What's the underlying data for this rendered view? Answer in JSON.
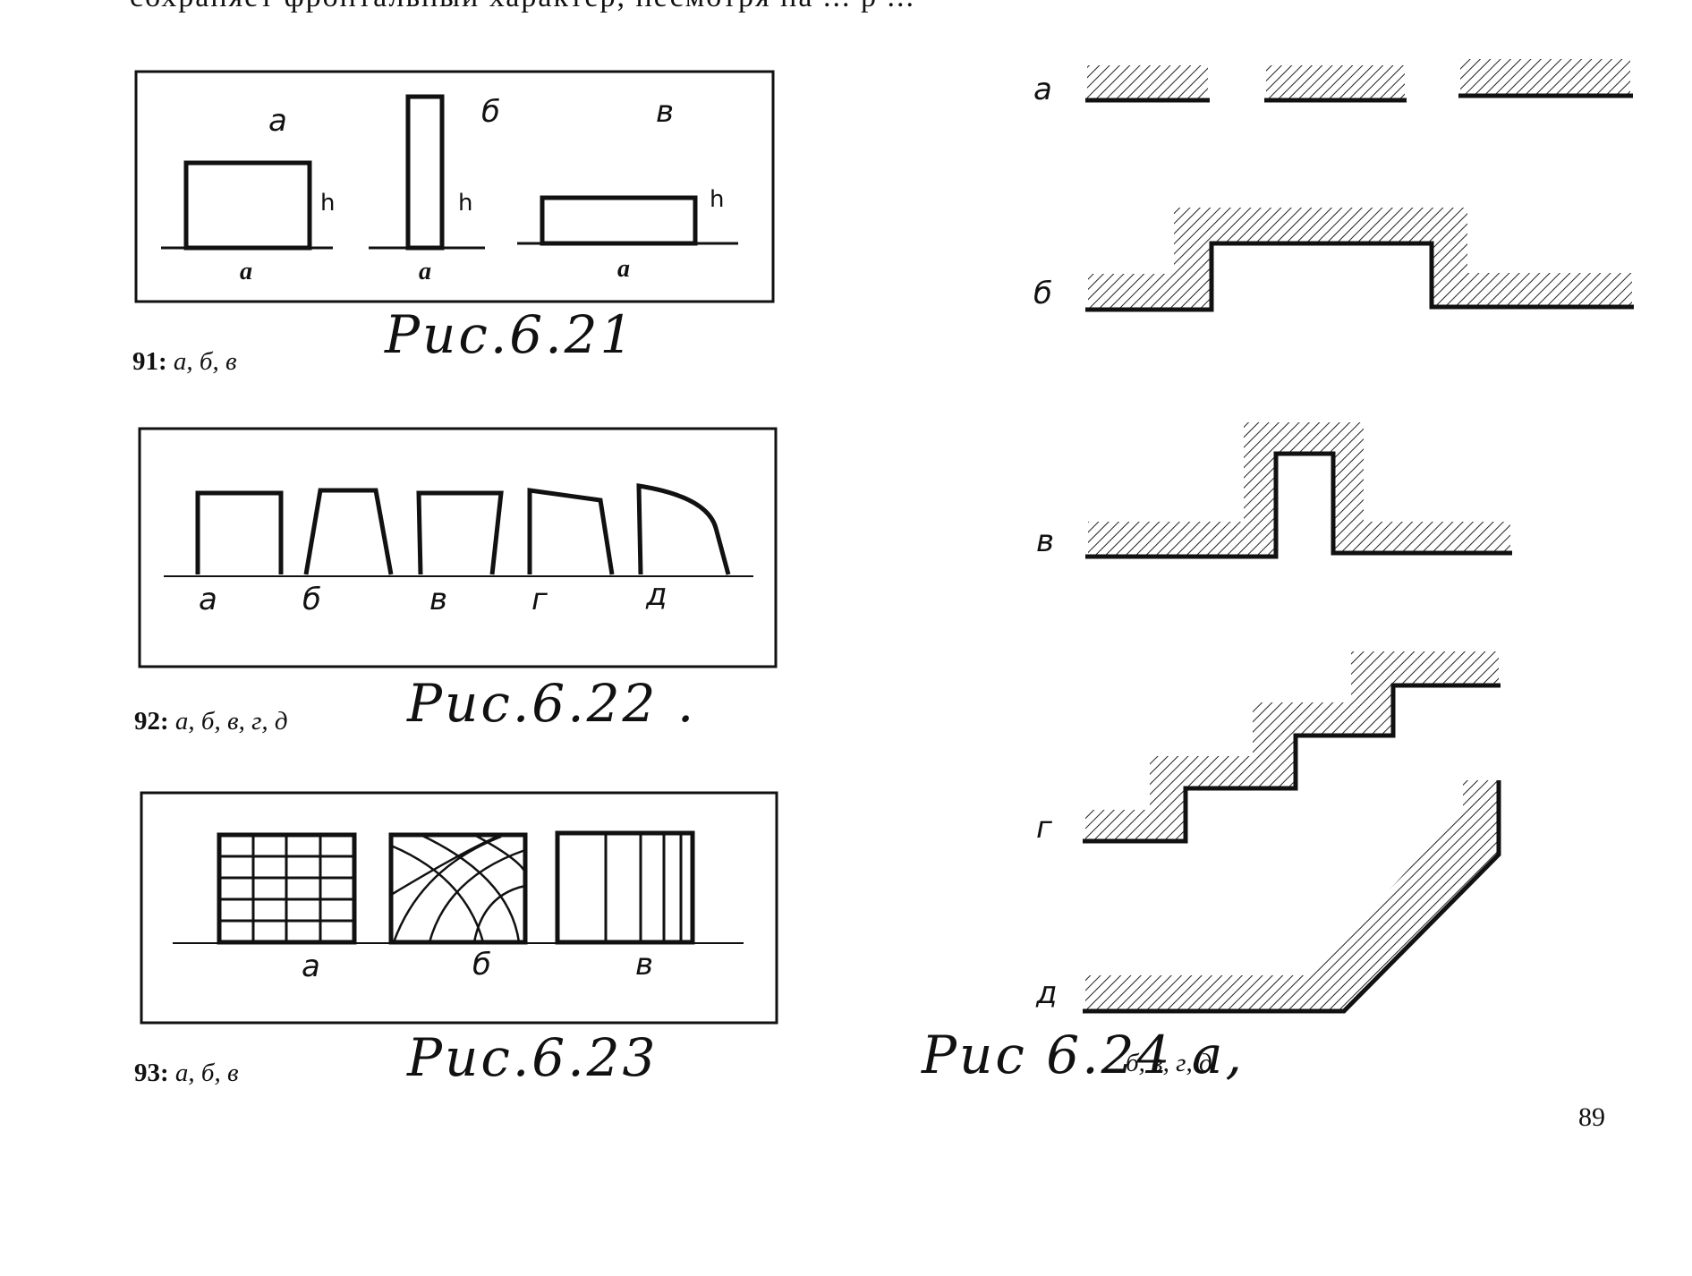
{
  "top_text": "сохраняет фронтальный характер, несмотря на ... р ...",
  "fig621": {
    "labels_top": [
      "а",
      "б",
      "в"
    ],
    "h_label": "h",
    "a_label": "а",
    "caption_num": "91:",
    "caption_letters": "а, б, в",
    "handwritten": "Рис.6.21"
  },
  "fig622": {
    "labels": [
      "а",
      "б",
      "в",
      "г",
      "д"
    ],
    "caption_num": "92:",
    "caption_letters": "а, б, в, г, д",
    "handwritten": "Рис.6.22 ."
  },
  "fig623": {
    "labels": [
      "а",
      "б",
      "в"
    ],
    "caption_num": "93:",
    "caption_letters": "а, б, в",
    "handwritten": "Рис.6.23"
  },
  "fig624": {
    "labels": [
      "а",
      "б",
      "в",
      "г",
      "д"
    ],
    "caption_letters": "б, в, г, д",
    "handwritten": "Рис 6.24 а,"
  },
  "page_number": "89"
}
